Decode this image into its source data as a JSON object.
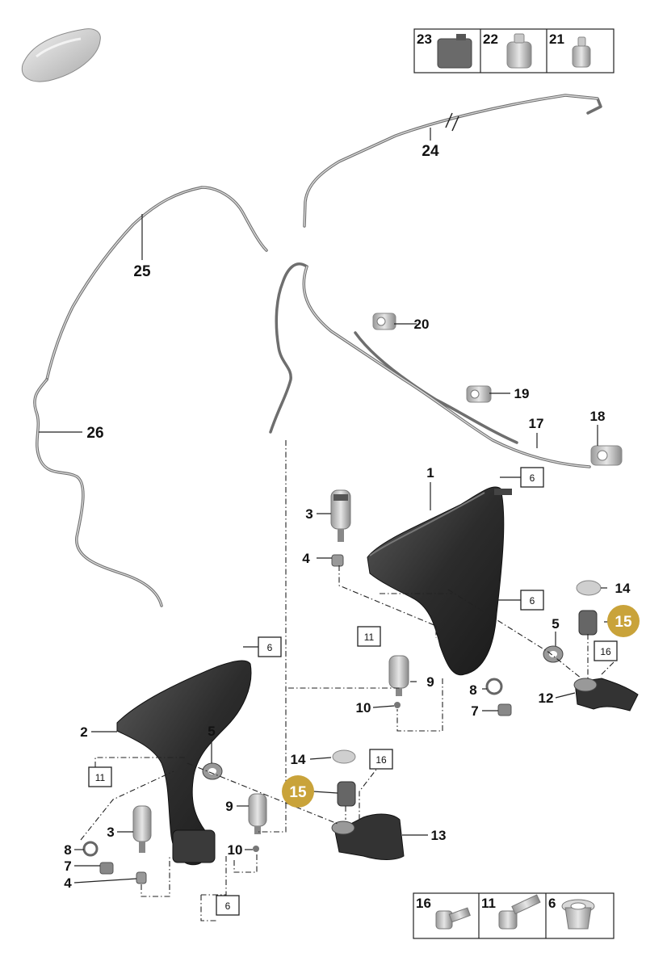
{
  "diagram": {
    "callouts": [
      "1",
      "2",
      "3",
      "3",
      "4",
      "4",
      "5",
      "5",
      "6",
      "6",
      "6",
      "6",
      "7",
      "7",
      "8",
      "8",
      "9",
      "9",
      "10",
      "10",
      "11",
      "11",
      "12",
      "13",
      "14",
      "14",
      "15",
      "15",
      "16",
      "16",
      "17",
      "18",
      "19",
      "20",
      "24",
      "25",
      "26"
    ],
    "labels": {
      "n1": "1",
      "n2": "2",
      "n3a": "3",
      "n3b": "3",
      "n4a": "4",
      "n4b": "4",
      "n5a": "5",
      "n5b": "5",
      "n6a": "6",
      "n6b": "6",
      "n6c": "6",
      "n6d": "6",
      "n7a": "7",
      "n7b": "7",
      "n8a": "8",
      "n8b": "8",
      "n9a": "9",
      "n9b": "9",
      "n10a": "10",
      "n10b": "10",
      "n11a": "11",
      "n11b": "11",
      "n12": "12",
      "n13": "13",
      "n14a": "14",
      "n14b": "14",
      "n15a": "15",
      "n15b": "15",
      "n16a": "16",
      "n16b": "16",
      "n17": "17",
      "n18": "18",
      "n19": "19",
      "n20": "20",
      "n24": "24",
      "n25": "25",
      "n26": "26"
    },
    "top_table": [
      "23",
      "22",
      "21"
    ],
    "bottom_table": [
      "16",
      "11",
      "6"
    ],
    "highlight_color": "#c9a33a",
    "part_color": "#3a3a3a",
    "hose_color": "#6e6e6e"
  }
}
